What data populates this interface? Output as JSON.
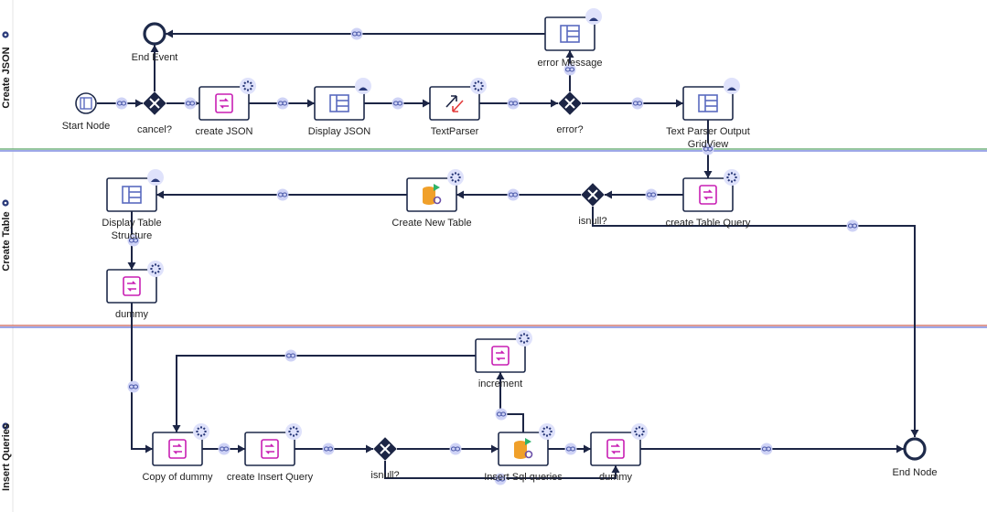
{
  "lanes": [
    {
      "id": "create_json",
      "label": "Create JSON",
      "color": "#2f8f3f"
    },
    {
      "id": "create_table",
      "label": "Create Table",
      "color": "#c0392b"
    },
    {
      "id": "insert_queries",
      "label": "Insert Queries",
      "color": null
    }
  ],
  "nodes": [
    {
      "id": "start",
      "type": "start",
      "label": [
        "Start Node"
      ]
    },
    {
      "id": "cancel",
      "type": "gateway",
      "label": [
        "cancel?"
      ]
    },
    {
      "id": "end_event",
      "type": "end",
      "label": [
        "End Event"
      ]
    },
    {
      "id": "create_json",
      "type": "task",
      "icon": "script-icon",
      "badge": "gear-icon",
      "label": [
        "create JSON"
      ]
    },
    {
      "id": "display_json",
      "type": "task",
      "icon": "form-icon",
      "badge": "user-icon",
      "label": [
        "Display JSON"
      ]
    },
    {
      "id": "textparser",
      "type": "task",
      "icon": "swap-arrows-icon",
      "badge": "gear-icon",
      "label": [
        "TextParser"
      ]
    },
    {
      "id": "error_gw",
      "type": "gateway",
      "label": [
        "error?"
      ]
    },
    {
      "id": "error_msg",
      "type": "task",
      "icon": "form-icon",
      "badge": "user-icon",
      "label": [
        "error Message"
      ]
    },
    {
      "id": "tp_output",
      "type": "task",
      "icon": "form-icon",
      "badge": "user-icon",
      "label": [
        "Text Parser Output",
        "GridView"
      ]
    },
    {
      "id": "ct_query",
      "type": "task",
      "icon": "script-icon",
      "badge": "gear-icon",
      "label": [
        "create Table Query"
      ]
    },
    {
      "id": "isnull1",
      "type": "gateway",
      "label": [
        "isnull?"
      ]
    },
    {
      "id": "new_table",
      "type": "task",
      "icon": "database-icon",
      "badge": "gear-icon",
      "label": [
        "Create New Table"
      ]
    },
    {
      "id": "display_table",
      "type": "task",
      "icon": "form-icon",
      "badge": "user-icon",
      "label": [
        "Display Table",
        "Structure"
      ]
    },
    {
      "id": "dummy1",
      "type": "task",
      "icon": "script-icon",
      "badge": "gear-icon",
      "label": [
        "dummy"
      ]
    },
    {
      "id": "copy_dummy",
      "type": "task",
      "icon": "script-icon",
      "badge": "gear-icon",
      "label": [
        "Copy of dummy"
      ]
    },
    {
      "id": "ci_query",
      "type": "task",
      "icon": "script-icon",
      "badge": "gear-icon",
      "label": [
        "create Insert Query"
      ]
    },
    {
      "id": "isnull2",
      "type": "gateway",
      "label": [
        "isnull?"
      ]
    },
    {
      "id": "insert_sql",
      "type": "task",
      "icon": "database-icon",
      "badge": "gear-icon",
      "label": [
        "Insert Sql queries"
      ]
    },
    {
      "id": "increment",
      "type": "task",
      "icon": "script-icon",
      "badge": "gear-icon",
      "label": [
        "increment"
      ]
    },
    {
      "id": "dummy2",
      "type": "task",
      "icon": "script-icon",
      "badge": "gear-icon",
      "label": [
        "dummy"
      ]
    },
    {
      "id": "end_node",
      "type": "end",
      "label": [
        "End Node"
      ]
    }
  ],
  "edges": [
    {
      "from": "start",
      "to": "cancel"
    },
    {
      "from": "cancel",
      "to": "end_event"
    },
    {
      "from": "cancel",
      "to": "create_json"
    },
    {
      "from": "create_json",
      "to": "display_json"
    },
    {
      "from": "display_json",
      "to": "textparser"
    },
    {
      "from": "textparser",
      "to": "error_gw"
    },
    {
      "from": "error_gw",
      "to": "error_msg"
    },
    {
      "from": "error_msg",
      "to": "end_event"
    },
    {
      "from": "error_gw",
      "to": "tp_output"
    },
    {
      "from": "tp_output",
      "to": "ct_query"
    },
    {
      "from": "ct_query",
      "to": "isnull1"
    },
    {
      "from": "isnull1",
      "to": "new_table"
    },
    {
      "from": "isnull1",
      "to": "end_node"
    },
    {
      "from": "new_table",
      "to": "display_table"
    },
    {
      "from": "display_table",
      "to": "dummy1"
    },
    {
      "from": "dummy1",
      "to": "copy_dummy"
    },
    {
      "from": "copy_dummy",
      "to": "ci_query"
    },
    {
      "from": "ci_query",
      "to": "isnull2"
    },
    {
      "from": "isnull2",
      "to": "insert_sql"
    },
    {
      "from": "isnull2",
      "to": "dummy2"
    },
    {
      "from": "insert_sql",
      "to": "increment"
    },
    {
      "from": "increment",
      "to": "copy_dummy"
    },
    {
      "from": "insert_sql",
      "to": "dummy2"
    },
    {
      "from": "dummy2",
      "to": "end_node"
    }
  ],
  "colors": {
    "node_stroke": "#1e2a4a",
    "edge": "#1c2545",
    "script_icon": "#c81fb4",
    "database_icon": "#f0a02a",
    "badge_bg": "#dfe2fb",
    "badge_fg": "#2a3a7a"
  }
}
